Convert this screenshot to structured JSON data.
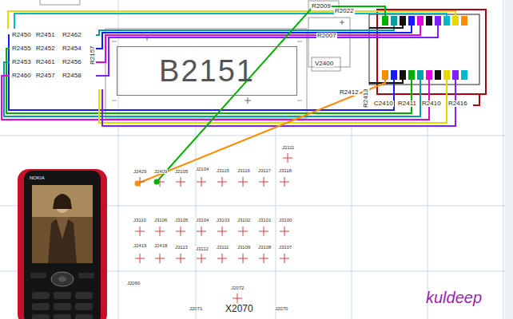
{
  "diagram": {
    "nodes": [
      {
        "text": [
          "B2151"
        ]
      }
    ],
    "labels": [
      "R2450",
      "R2451",
      "R2462",
      "R2455",
      "R2452",
      "R2454",
      "R2453",
      "R2461",
      "R2456",
      "R2460",
      "R2457",
      "R2458",
      "R2157",
      "R2009",
      "R2022",
      "R2007",
      "V2400",
      "R2412",
      "R2413",
      "C2410",
      "R2411",
      "R2410",
      "R2416",
      "J2429",
      "J2409",
      "J2105",
      "J2104",
      "J3115",
      "J3116",
      "J3117",
      "J3118",
      "J2111",
      "J3110",
      "J3106",
      "J3105",
      "J3104",
      "J3103",
      "J3102",
      "J3101",
      "J3100",
      "J2419",
      "J2418",
      "J3113",
      "J3112",
      "J3111",
      "J3109",
      "J3108",
      "J3107",
      "J2060",
      "J2072",
      "J2071",
      "X2070",
      "J2070",
      "kuldeep",
      "NOKIA"
    ]
  }
}
